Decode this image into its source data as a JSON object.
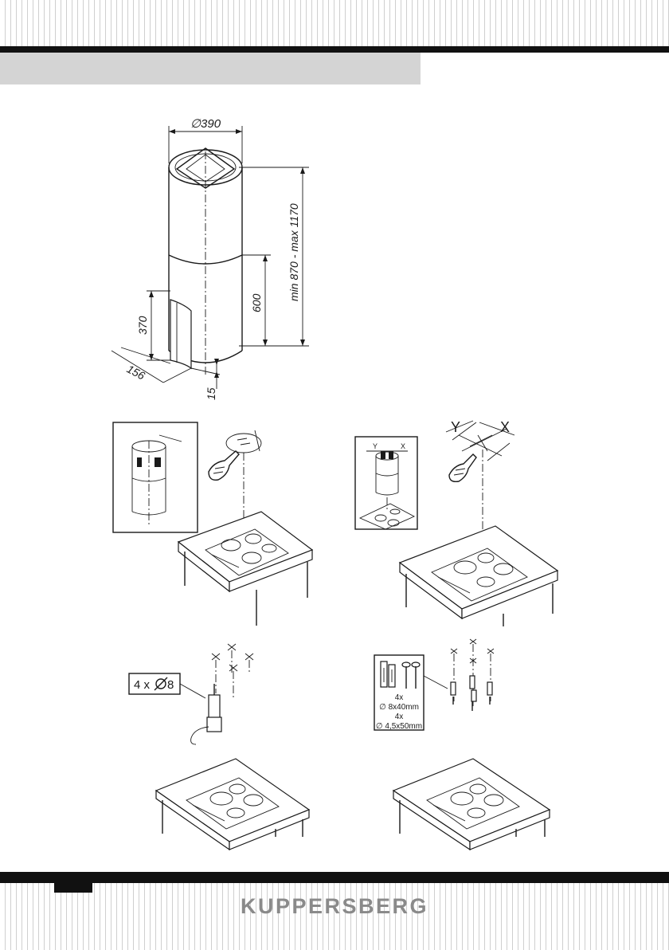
{
  "brand": "KUPPERSBERG",
  "dimensions": {
    "diameter": "∅390",
    "height_range": "min 870 - max 1170",
    "section": "600",
    "panel_height": "370",
    "panel_depth": "156",
    "bottom_offset": "15"
  },
  "markings": {
    "y": "Y",
    "x": "X",
    "inset_y": "Y",
    "inset_x": "X"
  },
  "drill_note": {
    "count": "4 x",
    "size": "8"
  },
  "fixings": {
    "plugs_qty": "4x",
    "plugs_size": "∅ 8x40mm",
    "screws_qty": "4x",
    "screws_size": "∅ 4,5x50mm"
  }
}
